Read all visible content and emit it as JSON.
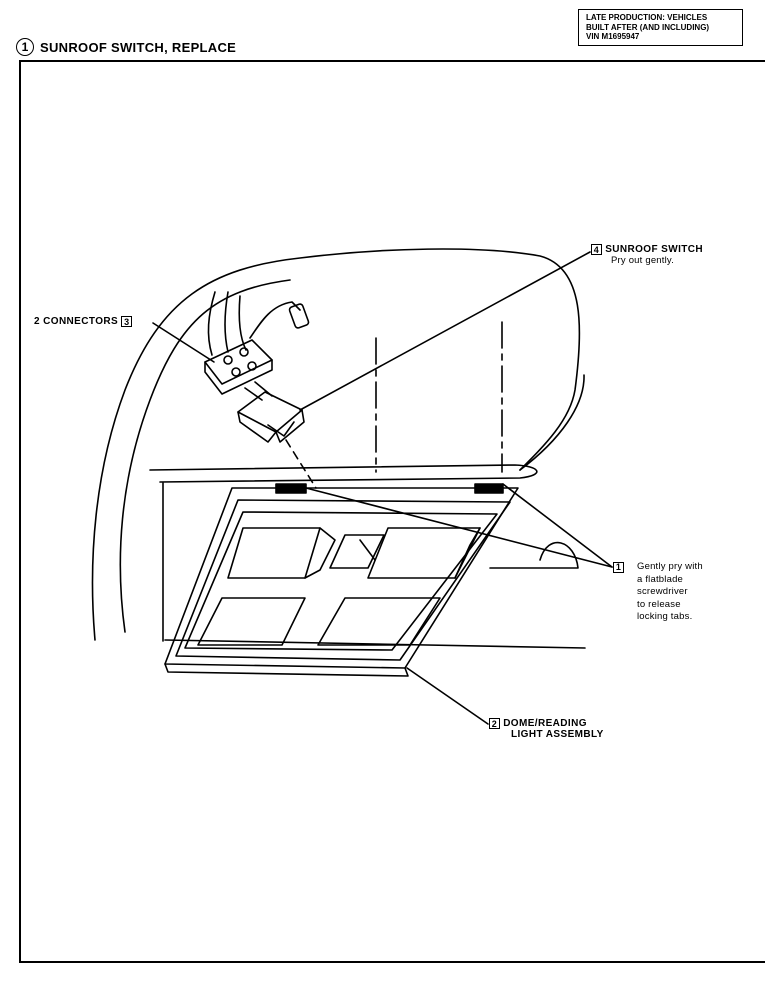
{
  "title": {
    "number": "1",
    "text": "SUNROOF SWITCH, REPLACE"
  },
  "vin_notice": {
    "lines": [
      "LATE PRODUCTION: VEHICLES",
      "BUILT AFTER (AND INCLUDING)",
      "VIN M1695947"
    ]
  },
  "callouts": {
    "sunroof_switch": {
      "number": "4",
      "label": "SUNROOF SWITCH",
      "instruction": "Pry out gently."
    },
    "connectors": {
      "number": "3",
      "label": "2 CONNECTORS"
    },
    "dome_light": {
      "number": "2",
      "line1": "DOME/READING",
      "line2": "LIGHT ASSEMBLY"
    },
    "pry_note": {
      "number": "1",
      "lines": [
        "Gently pry with",
        "a flatblade",
        "screwdriver",
        "to release",
        "locking tabs."
      ]
    }
  }
}
